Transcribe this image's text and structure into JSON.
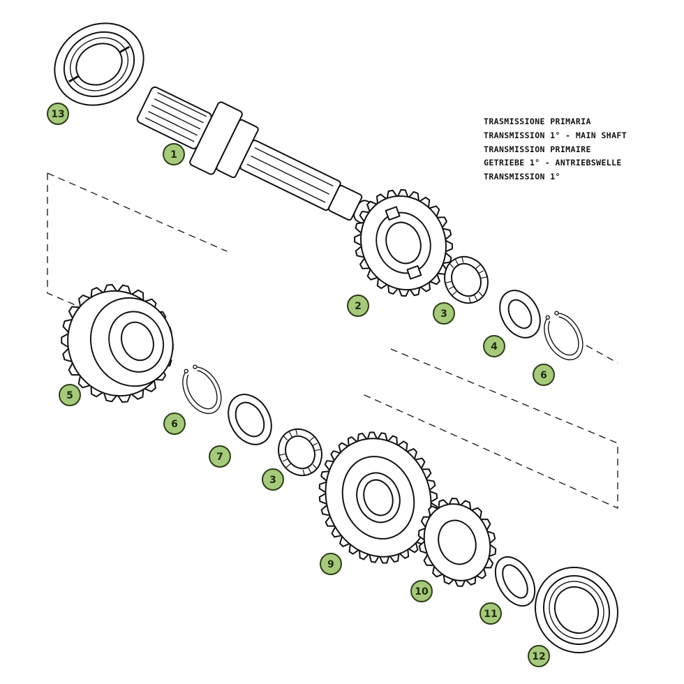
{
  "title_lines": [
    "TRASMISSIONE PRIMARIA",
    "TRANSMISSION 1° - MAIN SHAFT",
    "TRANSMISSION PRIMAIRE",
    "GETRIEBE 1° - ANTRIEBSWELLE",
    "TRANSMISSION 1°"
  ],
  "callouts": [
    "13",
    "1",
    "2",
    "3",
    "4",
    "6",
    "5",
    "6",
    "7",
    "3",
    "9",
    "10",
    "11",
    "12"
  ],
  "colors": {
    "badge_fill": "#a6c97c",
    "badge_stroke": "#2b3d14",
    "ink": "#111111"
  }
}
